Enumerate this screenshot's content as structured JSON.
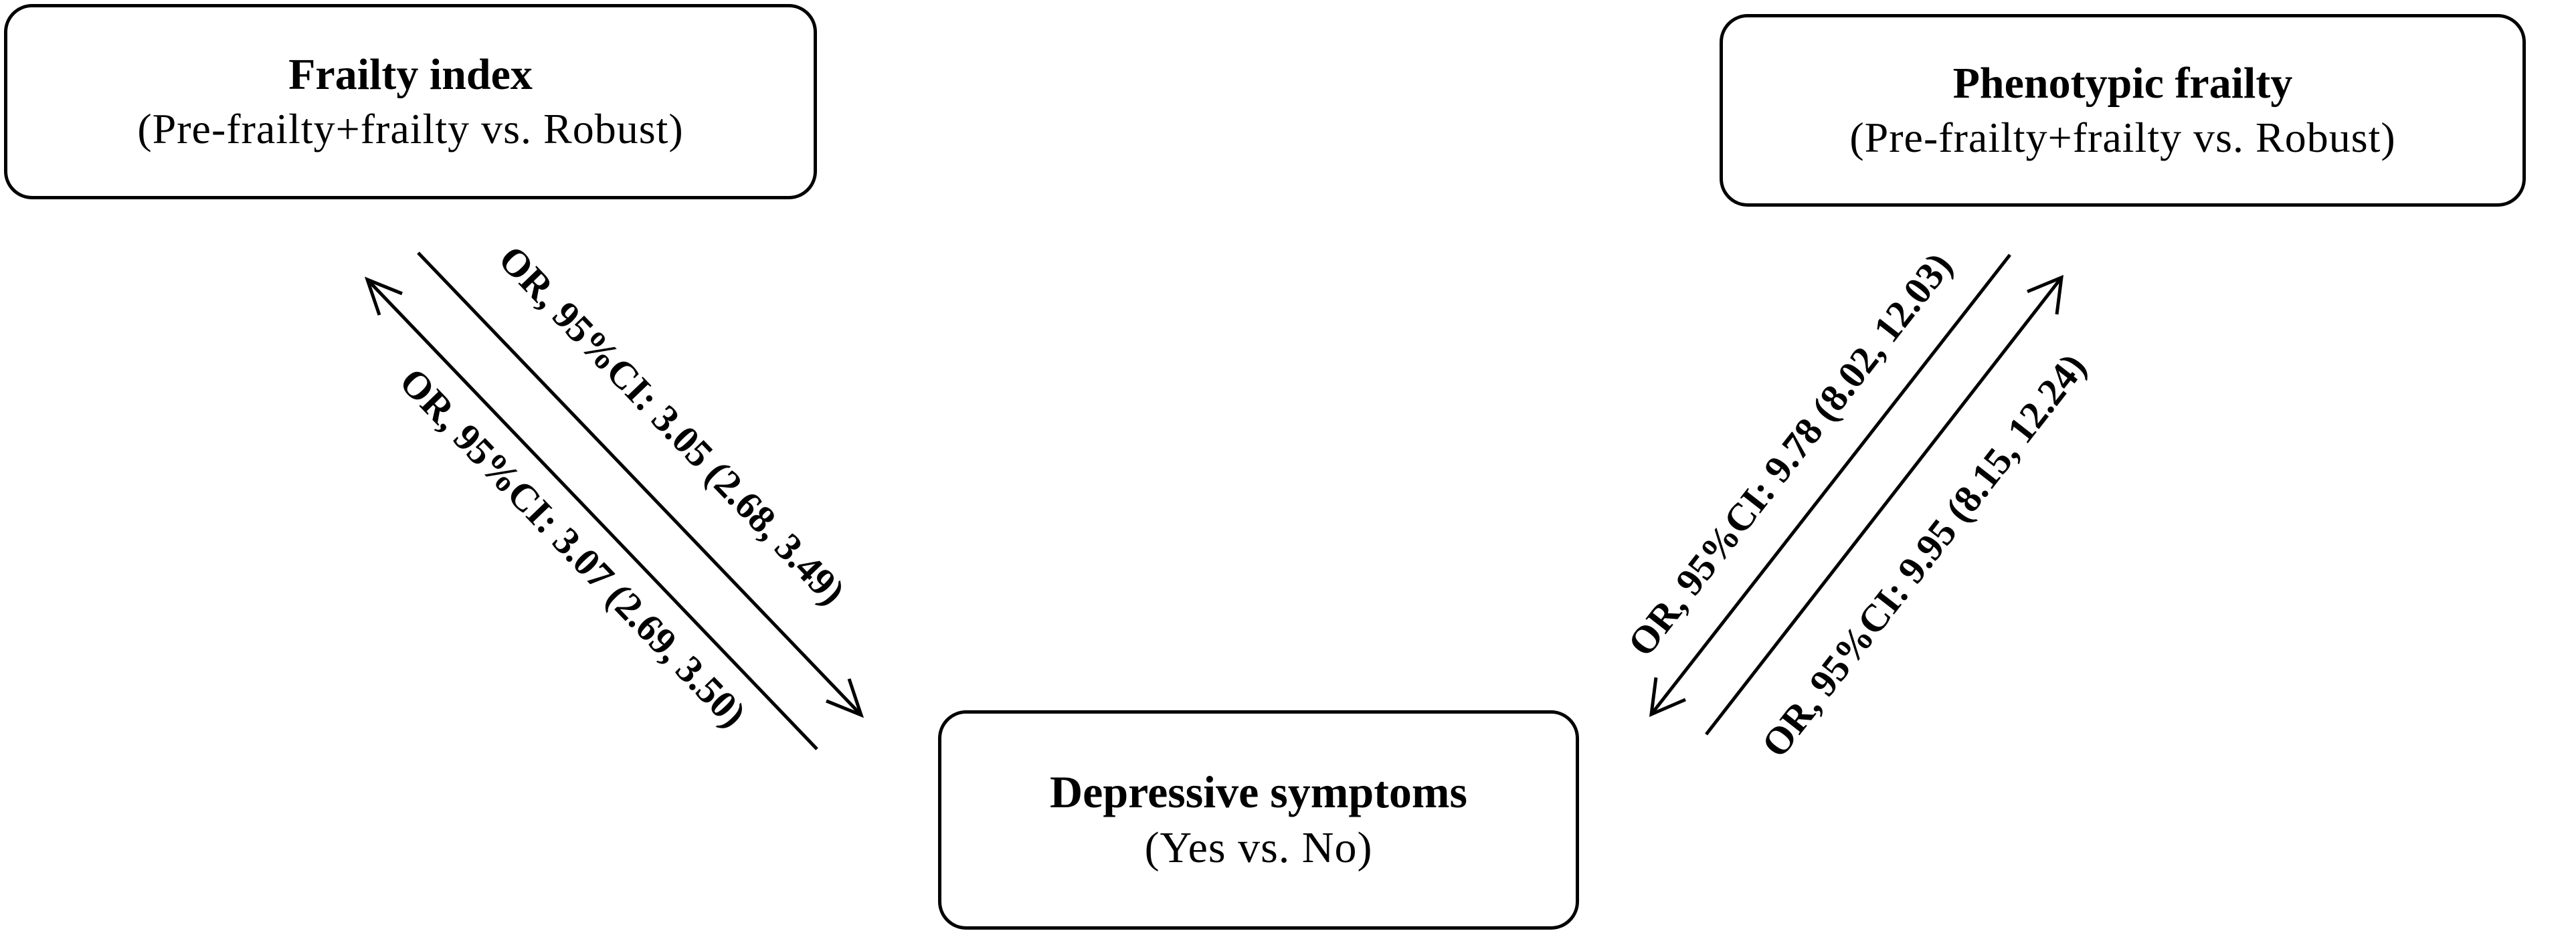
{
  "nodes": {
    "frailty_index": {
      "title": "Frailty index",
      "subtitle": "(Pre-frailty+frailty vs. Robust)"
    },
    "phenotypic_frailty": {
      "title": "Phenotypic frailty",
      "subtitle": "(Pre-frailty+frailty vs. Robust)"
    },
    "depressive_symptoms": {
      "title": "Depressive symptoms",
      "subtitle": "(Yes vs. No)"
    }
  },
  "edges": {
    "fi_to_dep": "OR, 95%CI: 3.05 (2.68, 3.49)",
    "dep_to_fi": "OR, 95%CI: 3.07 (2.69, 3.50)",
    "pf_to_dep": "OR, 95%CI: 9.78 (8.02, 12.03)",
    "dep_to_pf": "OR, 95%CI: 9.95 (8.15, 12.24)"
  }
}
